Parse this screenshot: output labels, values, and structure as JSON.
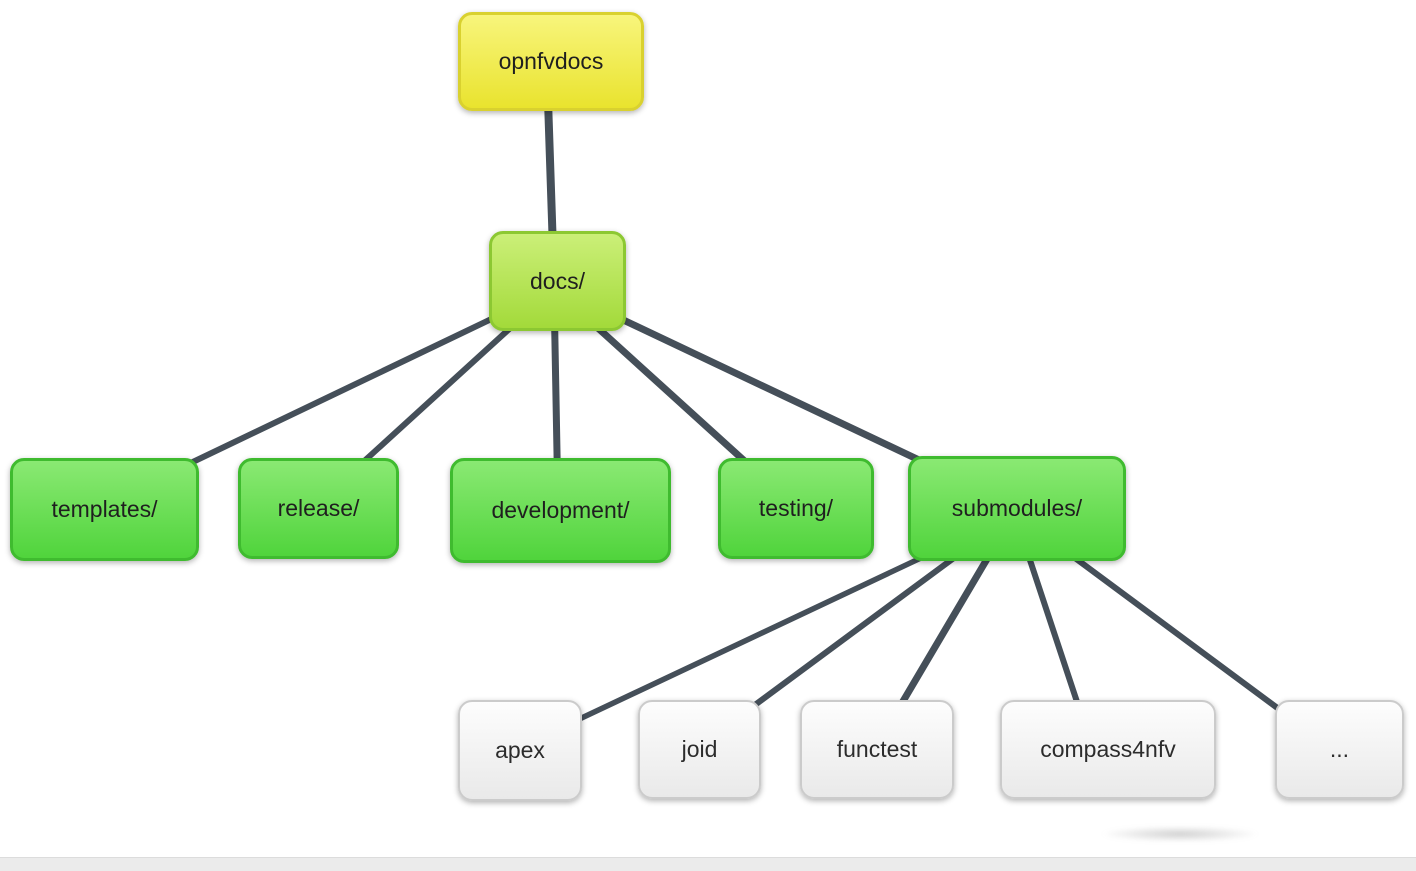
{
  "diagram": {
    "type": "tree",
    "nodes": {
      "root": {
        "label": "opnfvdocs",
        "level": "root",
        "fill": "#eee943"
      },
      "docs": {
        "label": "docs/",
        "level": "branch",
        "fill": "#b0e24a"
      },
      "templates": {
        "label": "templates/",
        "level": "leaf",
        "fill": "#5fd94b"
      },
      "release": {
        "label": "release/",
        "level": "leaf",
        "fill": "#5fd94b"
      },
      "development": {
        "label": "development/",
        "level": "leaf",
        "fill": "#5fd94b"
      },
      "testing": {
        "label": "testing/",
        "level": "leaf",
        "fill": "#5fd94b"
      },
      "submodules": {
        "label": "submodules/",
        "level": "leaf",
        "fill": "#5fd94b"
      },
      "apex": {
        "label": "apex",
        "level": "sub",
        "fill": "#f4f4f4"
      },
      "joid": {
        "label": "joid",
        "level": "sub",
        "fill": "#f4f4f4"
      },
      "functest": {
        "label": "functest",
        "level": "sub",
        "fill": "#f4f4f4"
      },
      "compass4nfv": {
        "label": "compass4nfv",
        "level": "sub",
        "fill": "#f4f4f4"
      },
      "more": {
        "label": "...",
        "level": "sub",
        "fill": "#f4f4f4"
      }
    },
    "edges": [
      {
        "from": "opnfvdocs",
        "to": "docs/"
      },
      {
        "from": "docs/",
        "to": "templates/"
      },
      {
        "from": "docs/",
        "to": "release/"
      },
      {
        "from": "docs/",
        "to": "development/"
      },
      {
        "from": "docs/",
        "to": "testing/"
      },
      {
        "from": "docs/",
        "to": "submodules/"
      },
      {
        "from": "submodules/",
        "to": "apex"
      },
      {
        "from": "submodules/",
        "to": "joid"
      },
      {
        "from": "submodules/",
        "to": "functest"
      },
      {
        "from": "submodules/",
        "to": "compass4nfv"
      },
      {
        "from": "submodules/",
        "to": "..."
      }
    ],
    "edge_color": "#454f59"
  }
}
